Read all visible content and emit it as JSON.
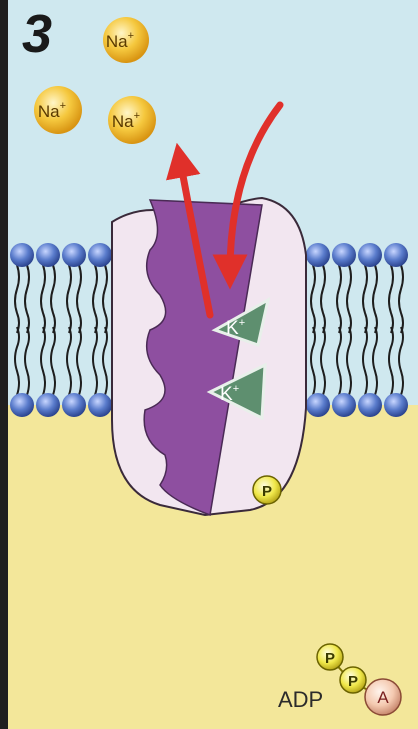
{
  "step_number": "3",
  "extracellular_ions": [
    {
      "name": "na-ion-1",
      "label": "Na",
      "sup": "+"
    },
    {
      "name": "na-ion-2",
      "label": "Na",
      "sup": "+"
    },
    {
      "name": "na-ion-3",
      "label": "Na",
      "sup": "+"
    }
  ],
  "bound_ions": [
    {
      "label": "K",
      "sup": "+"
    },
    {
      "label": "K",
      "sup": "+"
    }
  ],
  "phosphate": {
    "label": "P"
  },
  "adp": {
    "label": "ADP",
    "phosphates": [
      "P",
      "P"
    ],
    "adenosine": "A"
  },
  "colors": {
    "extracellular": "#cfe8ef",
    "cytoplasm": "#f3e79a",
    "lipid_head": "#4f6fc0",
    "protein": "#f2e6f0",
    "protein_channel": "#8e4fa0",
    "arrow": "#e0302a",
    "ion_na": "#f2c23a",
    "ion_k": "#5e8f6f",
    "phosphate": "#e8e030"
  }
}
